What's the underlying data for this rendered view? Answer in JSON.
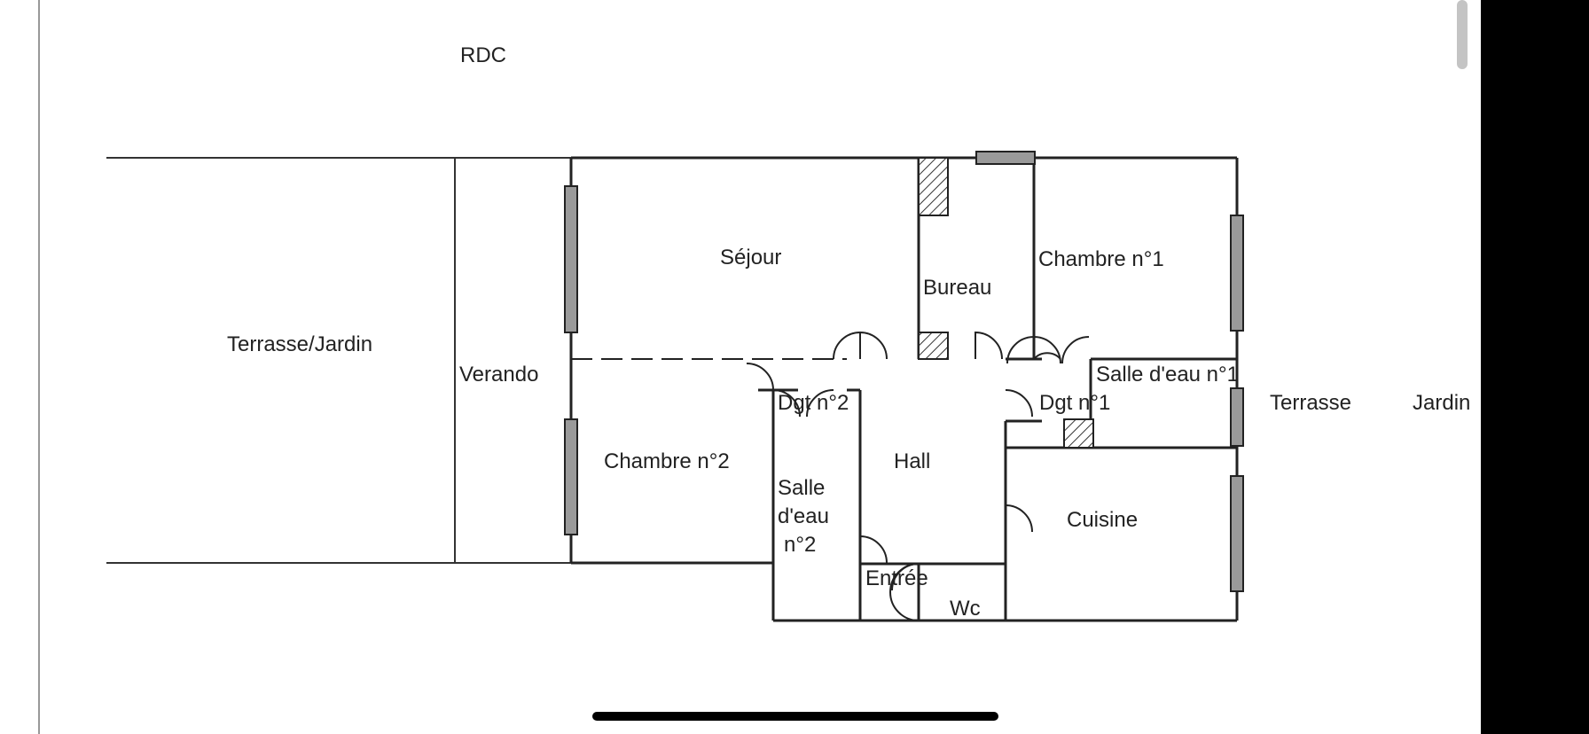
{
  "plan": {
    "level_label": "RDC",
    "rooms": {
      "terrasse_jardin_left": "Terrasse/Jardin",
      "veranda": "Verando",
      "sejour": "Séjour",
      "bureau": "Bureau",
      "chambre1": "Chambre n°1",
      "chambre2": "Chambre n°2",
      "salle_eau1": "Salle d'eau n°1",
      "salle_eau2_line1": "Salle",
      "salle_eau2_line2": "d'eau",
      "salle_eau2_line3": "n°2",
      "dgt1": "Dgt n°1",
      "dgt2": "Dgt n°2",
      "hall": "Hall",
      "cuisine": "Cuisine",
      "entree": "Entrée",
      "wc": "Wc",
      "terrasse_right": "Terrasse",
      "jardin_right": "Jardin"
    }
  },
  "colors": {
    "window_fill": "#9a9a9a",
    "wall": "#222222",
    "screen_bezel": "#000000"
  }
}
